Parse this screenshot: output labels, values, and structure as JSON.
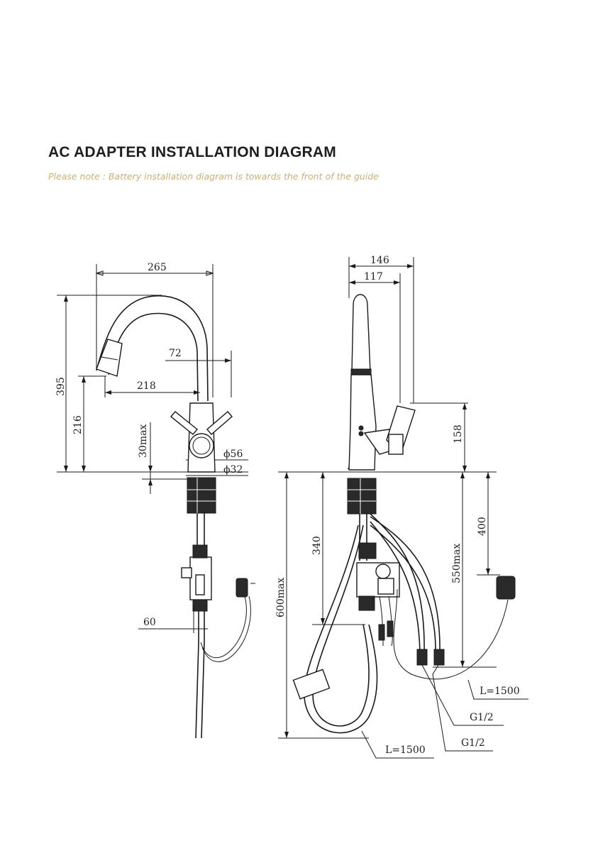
{
  "header": {
    "title": "AC ADAPTER INSTALLATION DIAGRAM",
    "note": "Please note : Battery installation diagram is towards the front of the guide"
  },
  "colors": {
    "note": "#c9b07a",
    "line": "#1a1a1a"
  },
  "front_view": {
    "dim_width": "265",
    "dim_height": "395",
    "dim_spout_height": "216",
    "dim_reach": "218",
    "dim_lever": "72",
    "dim_deck": "30max",
    "dim_dia_body": "ϕ56",
    "dim_dia_hole": "ϕ32",
    "dim_valve": "60"
  },
  "side_view": {
    "dim_width_outer": "146",
    "dim_width_inner": "117",
    "dim_handle": "158",
    "dim_below_340": "340",
    "dim_below_600": "600max",
    "dim_below_550": "550max",
    "dim_below_400": "400",
    "label_hose": "L=1500",
    "label_sensor_cable": "L=1500",
    "label_inlet_1": "G1/2",
    "label_inlet_2": "G1/2"
  }
}
